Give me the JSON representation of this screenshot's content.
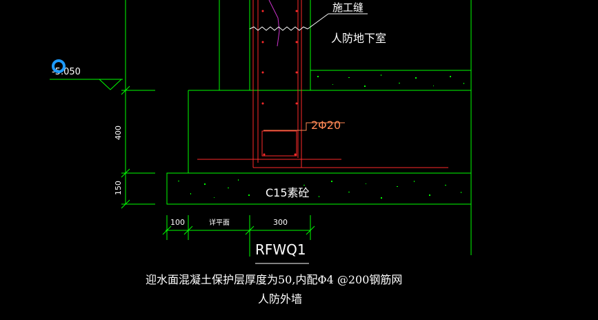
{
  "labels": {
    "construction_joint": "施工缝",
    "basement": "人防地下室",
    "elevation": "-5.050",
    "rebar": "2Φ20",
    "concrete": "C15素砼",
    "dim_400": "400",
    "dim_150": "150",
    "dim_100": "100",
    "dim_flat": "详平面",
    "dim_300": "300",
    "section_id": "RFWQ1",
    "note_line1": "迎水面混凝土保护层厚度为50,内配Φ4 @200钢筋网",
    "note_line2": "人防外墙"
  },
  "colors": {
    "background": "#000000",
    "structure": "#00ff00",
    "rebar_red": "#ff2a2a",
    "magenta": "#cc33cc",
    "text_white": "#ffffff",
    "rebar_label": "#ff8855",
    "cursor_blue": "#1e9bff"
  },
  "icons": {
    "cursor": "snap-cursor-icon"
  }
}
